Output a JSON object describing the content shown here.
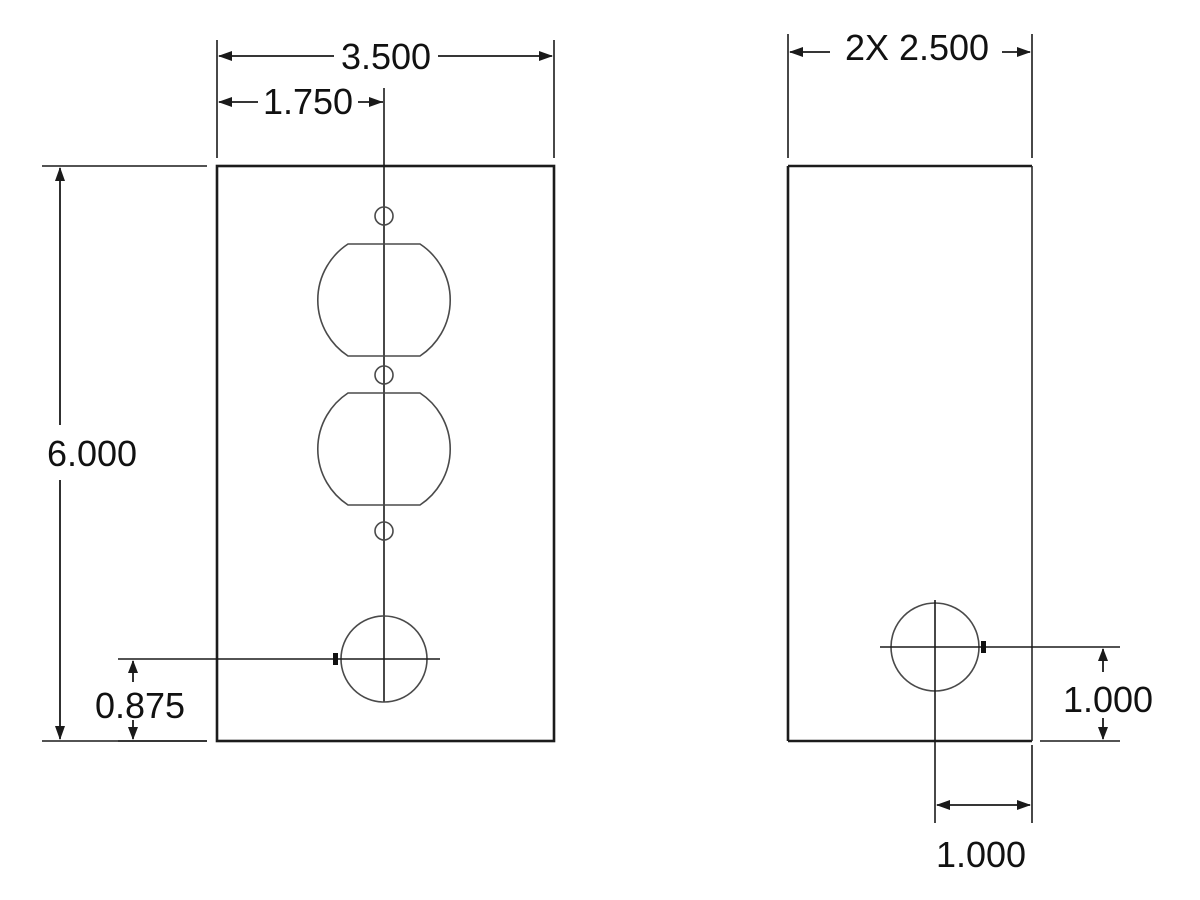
{
  "front_view": {
    "dimensions": {
      "overall_width": "3.500",
      "center_offset": "1.750",
      "overall_height": "6.000",
      "hole_height": "0.875"
    }
  },
  "side_view": {
    "dimensions": {
      "width": "2X 2.500",
      "hole_height": "1.000",
      "hole_offset": "1.000"
    }
  }
}
